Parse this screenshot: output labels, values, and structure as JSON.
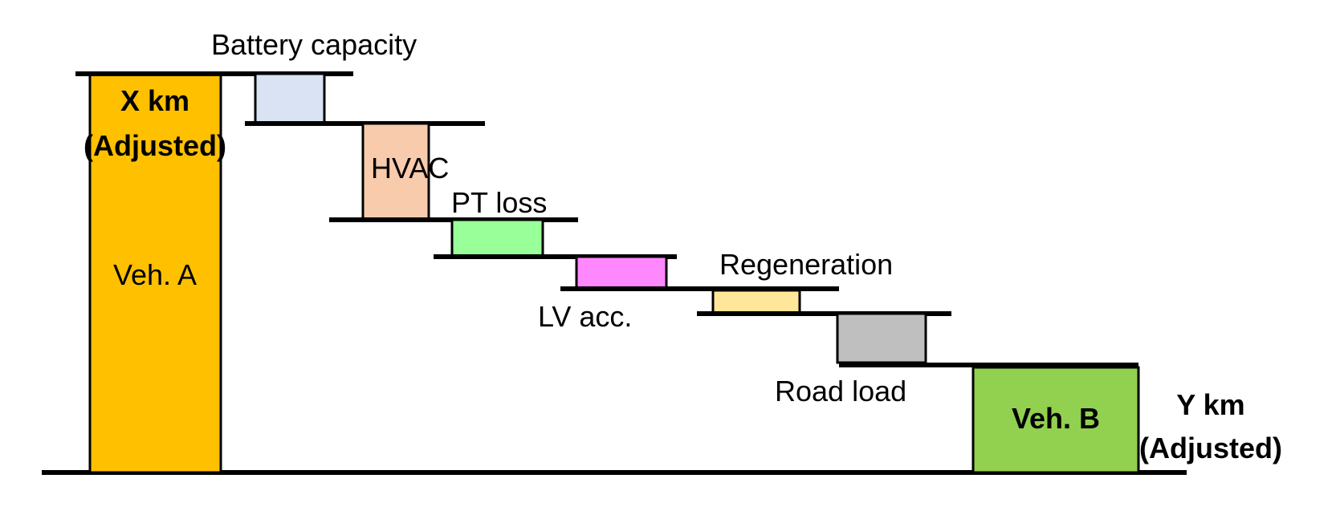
{
  "labels": {
    "battery_capacity": "Battery capacity",
    "hvac": "HVAC",
    "pt_loss": "PT loss",
    "lv_acc": "LV acc.",
    "regeneration": "Regeneration",
    "road_load": "Road load",
    "veh_a": "Veh. A",
    "veh_b": "Veh. B",
    "x_km": "X km",
    "x_adjusted": "(Adjusted)",
    "y_km": "Y km",
    "y_adjusted": "(Adjusted)"
  },
  "colors": {
    "veh_a": "#FFC000",
    "battery_capacity": "#DAE3F3",
    "hvac": "#F8CBAD",
    "pt_loss": "#99FF99",
    "lv_acc": "#FF88FF",
    "regeneration": "#FFE699",
    "road_load": "#BFBFBF",
    "veh_b": "#92D050",
    "line": "#000000"
  }
}
